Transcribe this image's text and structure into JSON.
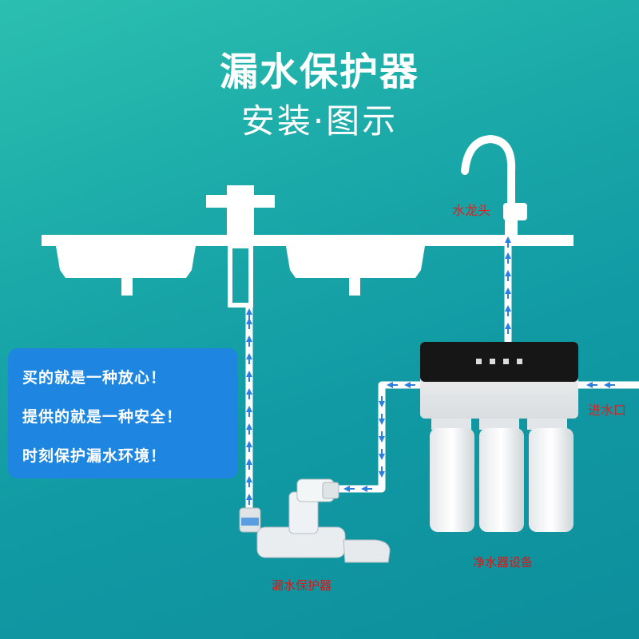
{
  "title": "漏水保护器",
  "subtitle": "安装·图示",
  "labels": {
    "faucet": "水龙头",
    "inlet": "进水口",
    "purifier": "净水器设备",
    "protector": "漏水保护器"
  },
  "slogans": [
    "买的就是一种放心！",
    "提供的就是一种安全！",
    "时刻保护漏水环境！"
  ],
  "colors": {
    "background": "#1aa8a8",
    "bubble": "#1e86e0",
    "label_red": "#e01f1f",
    "pipe_arrow": "#2a7fe0"
  }
}
